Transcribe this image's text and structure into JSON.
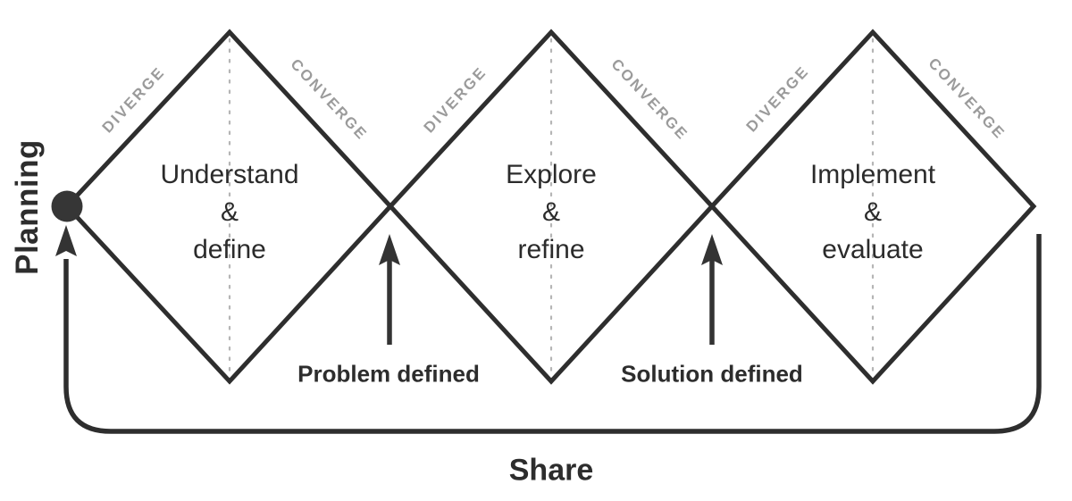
{
  "diagram": {
    "title_semantic": "Triple diamond design process",
    "planning_label": "Planning",
    "share_label": "Share",
    "milestones": {
      "problem": "Problem defined",
      "solution": "Solution defined"
    },
    "diamonds": [
      {
        "diverge": "DIVERGE",
        "converge": "CONVERGE",
        "lines": [
          "Understand",
          "&",
          "define"
        ]
      },
      {
        "diverge": "DIVERGE",
        "converge": "CONVERGE",
        "lines": [
          "Explore",
          "&",
          "refine"
        ]
      },
      {
        "diverge": "DIVERGE",
        "converge": "CONVERGE",
        "lines": [
          "Implement",
          "&",
          "evaluate"
        ]
      }
    ],
    "colors": {
      "background": "#ffffff",
      "line": "#2e2e2e",
      "text": "#2d2d2d",
      "edge_label": "#9b9b9b",
      "dotted_axis": "#b5b5b5",
      "start_dot": "#363636"
    }
  }
}
